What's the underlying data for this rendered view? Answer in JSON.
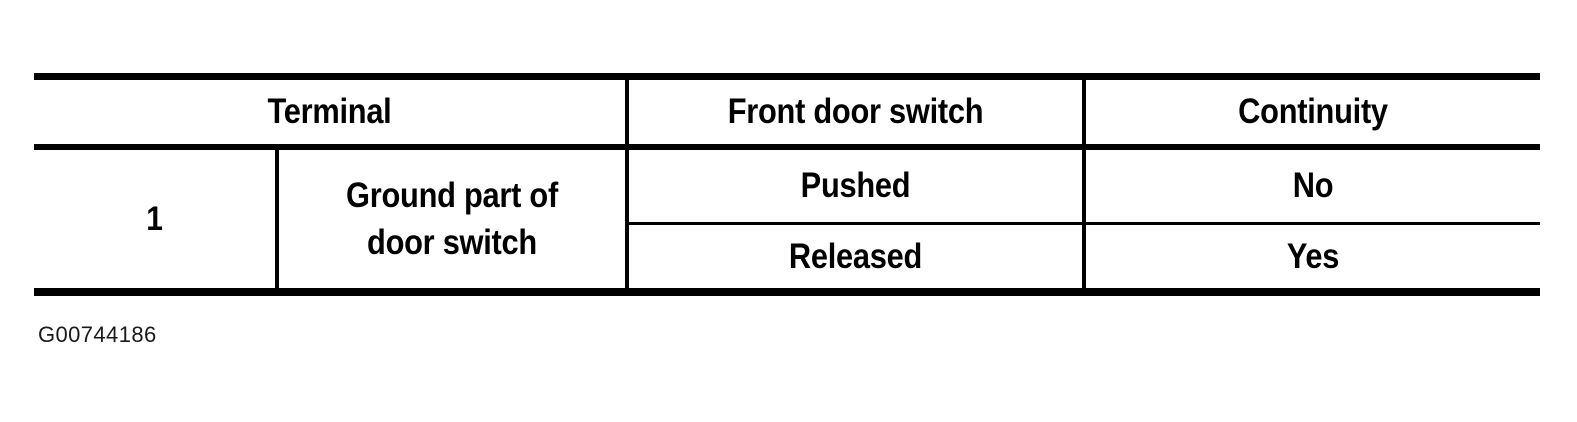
{
  "figure": {
    "caption": "G00744186",
    "background_color": "#ffffff",
    "ink_color": "#000000"
  },
  "table": {
    "name": "front-door-switch-continuity",
    "headers": {
      "terminal": "Terminal",
      "front_door_switch": "Front door switch",
      "continuity": "Continuity"
    },
    "rows": [
      {
        "terminal_number": "1",
        "terminal_description": "Ground part of\ndoor switch",
        "conditions": [
          {
            "front_door_switch": "Pushed",
            "continuity": "No"
          },
          {
            "front_door_switch": "Released",
            "continuity": "Yes"
          }
        ]
      }
    ]
  },
  "chart_data": {
    "type": "table",
    "title": "Front door switch continuity",
    "columns": [
      "Terminal",
      "Terminal",
      "Front door switch",
      "Continuity"
    ],
    "rows": [
      [
        "1",
        "Ground part of door switch",
        "Pushed",
        "No"
      ],
      [
        "1",
        "Ground part of door switch",
        "Released",
        "Yes"
      ]
    ]
  }
}
